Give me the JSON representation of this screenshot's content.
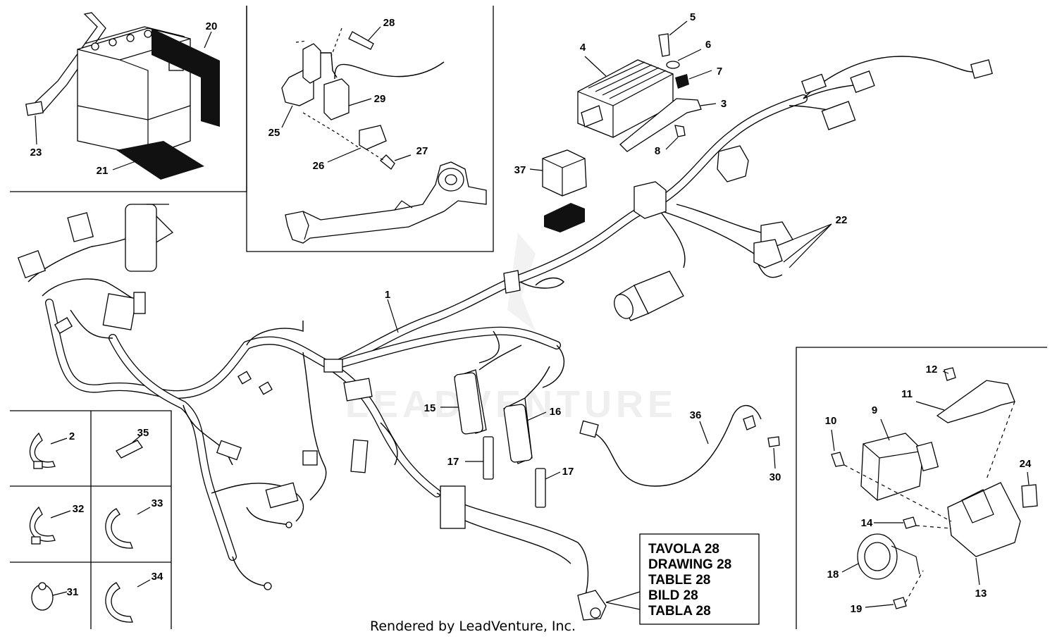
{
  "labels": {
    "p1": "1",
    "p2": "2",
    "p3": "3",
    "p4": "4",
    "p5": "5",
    "p6": "6",
    "p7": "7",
    "p8": "8",
    "p9": "9",
    "p10": "10",
    "p11": "11",
    "p12": "12",
    "p13": "13",
    "p14": "14",
    "p15": "15",
    "p16": "16",
    "p17a": "17",
    "p17b": "17",
    "p18": "18",
    "p19": "19",
    "p20": "20",
    "p21": "21",
    "p22": "22",
    "p23": "23",
    "p24": "24",
    "p25": "25",
    "p26": "26",
    "p27": "27",
    "p28": "28",
    "p29": "29",
    "p30": "30",
    "p31": "31",
    "p32": "32",
    "p33": "33",
    "p34": "34",
    "p35": "35",
    "p36": "36",
    "p37": "37"
  },
  "reference": {
    "line1": "TAVOLA 28",
    "line2": "DRAWING 28",
    "line3": "TABLE 28",
    "line4": "BILD 28",
    "line5": "TABLA 28"
  },
  "watermark": "LEADVENTURE",
  "credit": "Rendered by LeadVenture, Inc."
}
